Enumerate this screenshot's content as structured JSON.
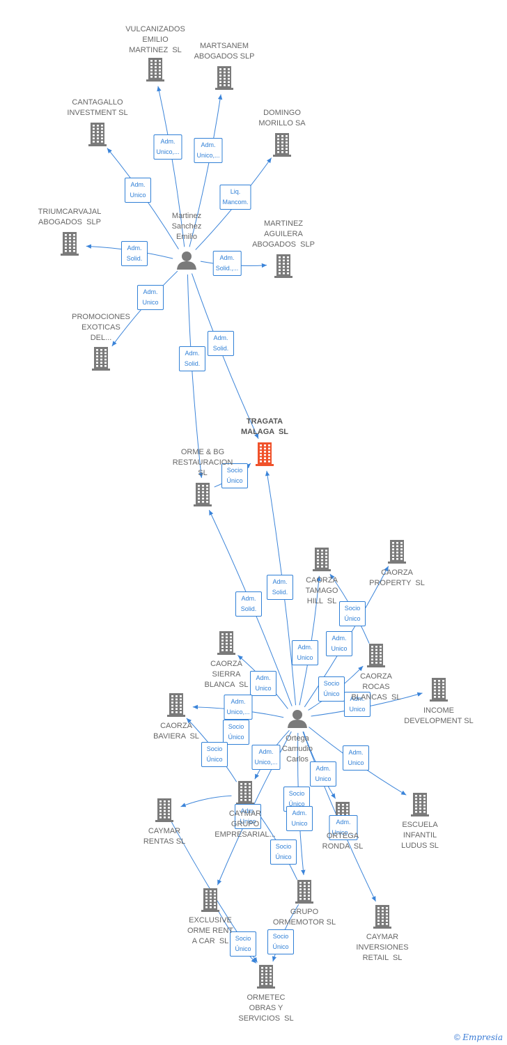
{
  "watermark": {
    "copyright": "©",
    "brand": "Empresia"
  },
  "colors": {
    "building": "#7a7a7a",
    "focus": "#f0522b",
    "person": "#7a7a7a",
    "edge": "#3b84d9"
  },
  "nodes": [
    {
      "id": "vulcanizados",
      "type": "company",
      "label": "VULCANIZADOS\nEMILIO\nMARTINEZ  SL"
    },
    {
      "id": "martsanem",
      "type": "company",
      "label": "MARTSANEM\nABOGADOS SLP"
    },
    {
      "id": "cantagallo",
      "type": "company",
      "label": "CANTAGALLO\nINVESTMENT SL"
    },
    {
      "id": "domingo",
      "type": "company",
      "label": "DOMINGO\nMORILLO SA"
    },
    {
      "id": "triumcarvajal",
      "type": "company",
      "label": "TRIUMCARVAJAL\nABOGADOS  SLP"
    },
    {
      "id": "martinez_aguilera",
      "type": "company",
      "label": "MARTINEZ\nAGUILERA\nABOGADOS  SLP"
    },
    {
      "id": "martinez_person",
      "type": "person",
      "label": "Martinez\nSanchez\nEmilio"
    },
    {
      "id": "promociones",
      "type": "company",
      "label": "PROMOCIONES\nEXOTICAS\nDEL..."
    },
    {
      "id": "tragata",
      "type": "focus",
      "label": "TRAGATA\nMALAGA  SL"
    },
    {
      "id": "orme_bg",
      "type": "company",
      "label": "ORME & BG\nRESTAURACION\nSL"
    },
    {
      "id": "caorza_tamago",
      "type": "company",
      "label": "CAORZA\nTAMAGO\nHILL  SL"
    },
    {
      "id": "caorza_property",
      "type": "company",
      "label": "CAORZA\nPROPERTY  SL"
    },
    {
      "id": "caorza_sierra",
      "type": "company",
      "label": "CAORZA\nSIERRA\nBLANCA  SL"
    },
    {
      "id": "caorza_rocas",
      "type": "company",
      "label": "CAORZA\nROCAS\nBLANCAS  SL"
    },
    {
      "id": "income",
      "type": "company",
      "label": "INCOME\nDEVELOPMENT SL"
    },
    {
      "id": "caorza_baviera",
      "type": "company",
      "label": "CAORZA\nBAVIERA  SL"
    },
    {
      "id": "ortega_person",
      "type": "person",
      "label": "Ortega\nCamudio\nCarlos"
    },
    {
      "id": "caymar_rentas",
      "type": "company",
      "label": "CAYMAR\nRENTAS SL"
    },
    {
      "id": "grupo_empresarial",
      "type": "company",
      "label": "CAYMAR\nGRUPO\nEMPRESARIAL..."
    },
    {
      "id": "ortega_ronda",
      "type": "company",
      "label": "ORTEGA\nRONDA  SL"
    },
    {
      "id": "escuela",
      "type": "company",
      "label": "ESCUELA\nINFANTIL\nLUDUS SL"
    },
    {
      "id": "exclusive",
      "type": "company",
      "label": "EXCLUSIVE\nORME RENT\nA CAR  SL"
    },
    {
      "id": "grupo_ormemotor",
      "type": "company",
      "label": "GRUPO\nORMEMOTOR SL"
    },
    {
      "id": "caymar_inversiones",
      "type": "company",
      "label": "CAYMAR\nINVERSIONES\nRETAIL  SL"
    },
    {
      "id": "ormetec",
      "type": "company",
      "label": "ORMETEC\nOBRAS Y\nSERVICIOS  SL"
    }
  ],
  "edges": [
    {
      "from": "martinez_person",
      "to": "vulcanizados",
      "label": "Adm.\nUnico,..."
    },
    {
      "from": "martinez_person",
      "to": "martsanem",
      "label": "Adm.\nUnico,..."
    },
    {
      "from": "martinez_person",
      "to": "cantagallo",
      "label": "Adm.\nUnico"
    },
    {
      "from": "martinez_person",
      "to": "domingo",
      "label": "Liq.\nMancom."
    },
    {
      "from": "martinez_person",
      "to": "triumcarvajal",
      "label": "Adm.\nSolid."
    },
    {
      "from": "martinez_person",
      "to": "martinez_aguilera",
      "label": "Adm.\nSolid.,..."
    },
    {
      "from": "martinez_person",
      "to": "promociones",
      "label": "Adm.\nUnico"
    },
    {
      "from": "martinez_person",
      "to": "tragata",
      "label": "Adm.\nSolid."
    },
    {
      "from": "martinez_person",
      "to": "orme_bg",
      "label": "Adm.\nSolid."
    },
    {
      "from": "ortega_person",
      "to": "orme_bg",
      "label": "Adm.\nSolid."
    },
    {
      "from": "ortega_person",
      "to": "tragata",
      "label": "Adm.\nSolid."
    },
    {
      "from": "orme_bg",
      "to": "tragata",
      "label": "Socio\nÚnico"
    },
    {
      "from": "ortega_person",
      "to": "caorza_tamago",
      "label": "Adm.\nUnico"
    },
    {
      "from": "caorza_rocas",
      "to": "caorza_tamago",
      "label": "Socio\nÚnico"
    },
    {
      "from": "ortega_person",
      "to": "caorza_property",
      "label": "Adm.\nUnico"
    },
    {
      "from": "ortega_person",
      "to": "caorza_sierra",
      "label": "Adm.\nUnico"
    },
    {
      "from": "ortega_person",
      "to": "caorza_rocas",
      "label": "Socio\nÚnico"
    },
    {
      "from": "ortega_person",
      "to": "income",
      "label": "Adm.\nUnico"
    },
    {
      "from": "ortega_person",
      "to": "caorza_baviera",
      "label": "Adm.\nUnico,..."
    },
    {
      "from": "grupo_empresarial",
      "to": "caorza_baviera",
      "label": "Socio\nÚnico"
    },
    {
      "from": "grupo_empresarial",
      "to": "caymar_rentas",
      "label": "Socio\nÚnico"
    },
    {
      "from": "ortega_person",
      "to": "grupo_empresarial",
      "label": "Adm.\nUnico,..."
    },
    {
      "from": "ortega_person",
      "to": "ortega_ronda",
      "label": "Adm.\nUnico"
    },
    {
      "from": "ortega_person",
      "to": "escuela",
      "label": "Adm.\nUnico"
    },
    {
      "from": "ortega_person",
      "to": "exclusive",
      "label": "Adm.\nUnico"
    },
    {
      "from": "grupo_ormemotor",
      "to": "grupo_empresarial",
      "label": "Socio\nÚnico"
    },
    {
      "from": "ortega_person",
      "to": "grupo_ormemotor",
      "label": "Adm.\nUnico"
    },
    {
      "from": "ortega_person",
      "to": "caymar_inversiones",
      "label": "Adm.\nUnico,..."
    },
    {
      "from": "grupo_ormemotor",
      "to": "ormetec",
      "label": "Socio\nÚnico"
    },
    {
      "from": "exclusive",
      "to": "ormetec",
      "label": "Socio\nÚnico"
    },
    {
      "from": "caymar_rentas",
      "to": "ormetec",
      "label": "Socio\nÚnico"
    }
  ]
}
